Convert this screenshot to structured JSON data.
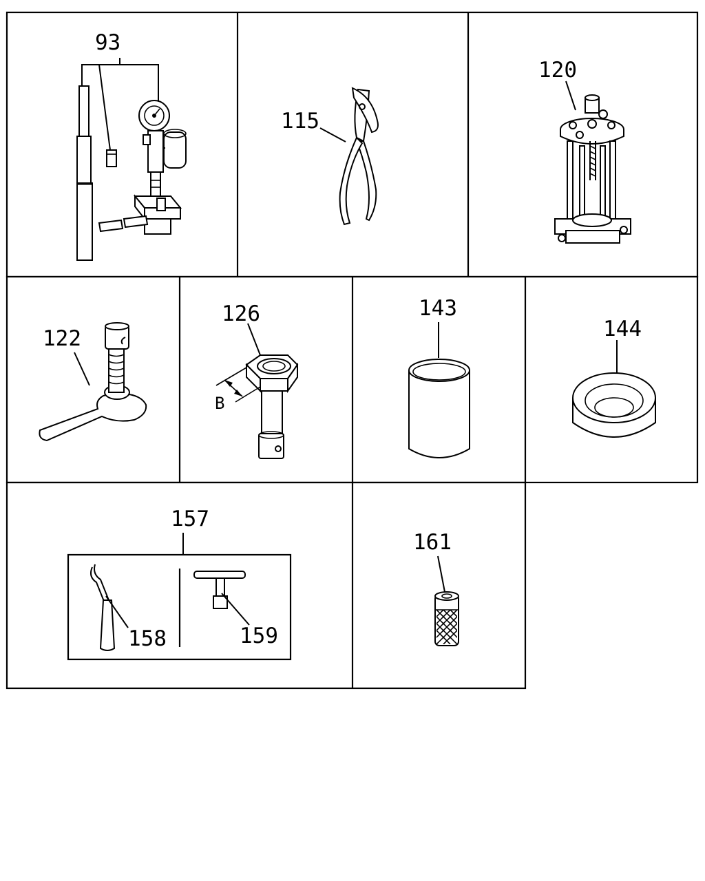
{
  "callouts": {
    "c93": "93",
    "c115": "115",
    "c120": "120",
    "c122": "122",
    "c126": "126",
    "c126_dim": "B",
    "c143": "143",
    "c144": "144",
    "c157": "157",
    "c158": "158",
    "c159": "159",
    "c161": "161"
  }
}
